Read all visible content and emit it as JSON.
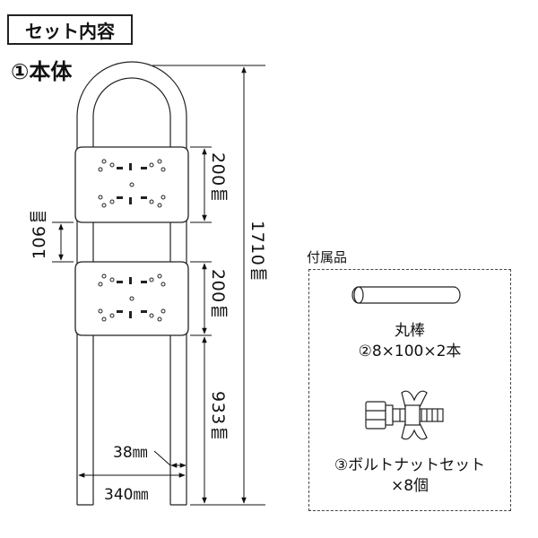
{
  "header": {
    "section_label": "セット内容"
  },
  "main_unit": {
    "title": "①本体",
    "dimensions": {
      "plate_top_height": "200㎜",
      "plate_gap": "106㎜",
      "plate_bottom_height": "200㎜",
      "leg_length": "933㎜",
      "total_height": "1710㎜",
      "pipe_width": "38㎜",
      "overall_width": "340㎜"
    }
  },
  "accessories": {
    "title": "付属品",
    "rod": {
      "name": "丸棒",
      "spec": "②8×100×2本"
    },
    "bolt": {
      "name": "③ボルトナットセット",
      "qty": "×8個"
    }
  }
}
